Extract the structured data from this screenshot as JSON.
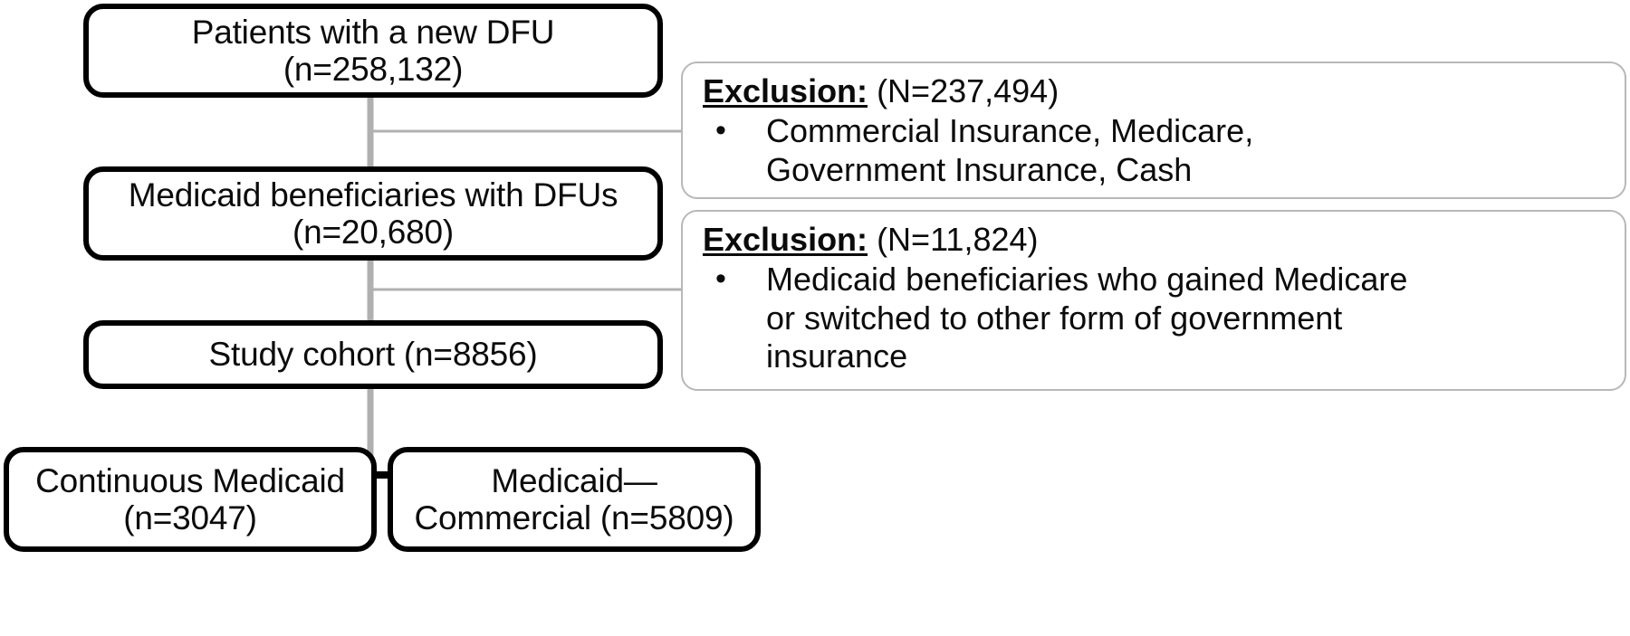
{
  "figure": {
    "type": "flowchart",
    "title": "Patient cohort selection flow diagram",
    "colors": {
      "node_border": "#000000",
      "exclusion_border": "#b8b8b8",
      "connector_gray": "#b0b0b0",
      "connector_black": "#000000",
      "text": "#0b0b0b",
      "background": "#ffffff"
    }
  },
  "nodes": {
    "top": {
      "line1": "Patients with a new DFU",
      "line2": "(n=258,132)",
      "n": 258132
    },
    "medicaid": {
      "line1": "Medicaid beneficiaries with DFUs",
      "line2": "(n=20,680)",
      "n": 20680
    },
    "cohort": {
      "line1": "Study cohort (n=8856)",
      "n": 8856
    },
    "continuous_medicaid": {
      "line1": "Continuous Medicaid",
      "line2": "(n=3047)",
      "n": 3047
    },
    "medicaid_commercial": {
      "line1": "Medicaid—",
      "line2": "Commercial (n=5809)",
      "n": 5809
    }
  },
  "exclusions": [
    {
      "label": "Exclusion:",
      "count": "(N=237,494)",
      "n": 237494,
      "bullet_marker": "•",
      "bullet_lines": [
        "Commercial Insurance, Medicare,",
        "Government Insurance, Cash"
      ]
    },
    {
      "label": "Exclusion:",
      "count": "(N=11,824)",
      "n": 11824,
      "bullet_marker": "•",
      "bullet_lines": [
        "Medicaid beneficiaries who gained Medicare",
        "or switched to other form of government",
        "insurance"
      ]
    }
  ]
}
